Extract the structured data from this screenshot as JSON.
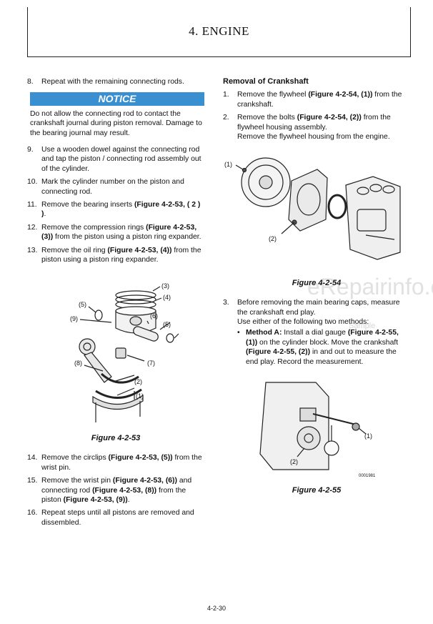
{
  "header": {
    "title": "4. ENGINE"
  },
  "left_column": {
    "step8": {
      "num": "8.",
      "text": "Repeat with the remaining connecting rods."
    },
    "notice": {
      "label": "NOTICE",
      "text": "Do not allow the connecting rod to contact the crankshaft journal during piston removal. Damage to the bearing journal may result."
    },
    "steps_a": [
      {
        "num": "9.",
        "parts": [
          [
            "Use a wooden dowel against the connecting rod and tap the piston / connecting rod assembly out of the cylinder.",
            false
          ]
        ]
      },
      {
        "num": "10.",
        "parts": [
          [
            "Mark the cylinder number on the piston and connecting rod.",
            false
          ]
        ]
      },
      {
        "num": "11.",
        "parts": [
          [
            "Remove the bearing inserts ",
            false
          ],
          [
            "(Figure 4-2-53, ( 2 ) )",
            true
          ],
          [
            ".",
            false
          ]
        ]
      },
      {
        "num": "12.",
        "parts": [
          [
            "Remove the compression rings ",
            false
          ],
          [
            "(Figure 4-2-53, (3))",
            true
          ],
          [
            " from the piston using a piston ring expander.",
            false
          ]
        ]
      },
      {
        "num": "13.",
        "parts": [
          [
            "Remove the oil ring ",
            false
          ],
          [
            "(Figure 4-2-53, (4))",
            true
          ],
          [
            " from the piston using a piston ring expander.",
            false
          ]
        ]
      }
    ],
    "figure_53": {
      "caption": "Figure 4-2-53",
      "callouts": {
        "c3": "(3)",
        "c4": "(4)",
        "c5a": "(5)",
        "c9": "(9)",
        "c6": "(6)",
        "c5b": "(5)",
        "c8": "(8)",
        "c7": "(7)",
        "c2": "(2)",
        "c1": "(1)"
      }
    },
    "steps_b": [
      {
        "num": "14.",
        "parts": [
          [
            "Remove the circlips ",
            false
          ],
          [
            "(Figure 4-2-53, (5))",
            true
          ],
          [
            " from the wrist pin.",
            false
          ]
        ]
      },
      {
        "num": "15.",
        "parts": [
          [
            "Remove the wrist pin ",
            false
          ],
          [
            "(Figure 4-2-53, (6))",
            true
          ],
          [
            " and connecting rod ",
            false
          ],
          [
            "(Figure 4-2-53, (8))",
            true
          ],
          [
            " from the piston ",
            false
          ],
          [
            "(Figure 4-2-53, (9))",
            true
          ],
          [
            ".",
            false
          ]
        ]
      },
      {
        "num": "16.",
        "parts": [
          [
            "Repeat steps until all pistons are removed and dissembled.",
            false
          ]
        ]
      }
    ]
  },
  "right_column": {
    "heading": "Removal of Crankshaft",
    "steps_a": [
      {
        "num": "1.",
        "parts": [
          [
            "Remove the flywheel ",
            false
          ],
          [
            "(Figure 4-2-54, (1))",
            true
          ],
          [
            " from the crankshaft.",
            false
          ]
        ]
      },
      {
        "num": "2.",
        "parts": [
          [
            "Remove the bolts ",
            false
          ],
          [
            "(Figure 4-2-54, (2))",
            true
          ],
          [
            " from the flywheel housing assembly.",
            false
          ]
        ],
        "extra": "Remove the flywheel housing from the engine."
      }
    ],
    "figure_54": {
      "caption": "Figure 4-2-54",
      "callouts": {
        "c1": "(1)",
        "c2": "(2)"
      }
    },
    "step3": {
      "num": "3.",
      "text": "Before removing the main bearing caps, measure the crankshaft end play.",
      "extra": "Use either of the following two methods:"
    },
    "method_a": {
      "bullet": "•",
      "parts": [
        [
          "Method A:",
          true
        ],
        [
          " Install a dial gauge ",
          false
        ],
        [
          "(Figure 4-2-55, (1))",
          true
        ],
        [
          " on the cylinder block. Move the crankshaft ",
          false
        ],
        [
          "(Figure 4-2-55, (2))",
          true
        ],
        [
          " in and out to measure the end play. Record the measurement.",
          false
        ]
      ]
    },
    "figure_55": {
      "caption": "Figure 4-2-55",
      "callouts": {
        "c1": "(1)",
        "c2": "(2)"
      },
      "part_code": "0001981"
    }
  },
  "watermark": {
    "main": "eRepairinfo.com",
    "sub": "Sample"
  },
  "page_number": "4-2-30"
}
